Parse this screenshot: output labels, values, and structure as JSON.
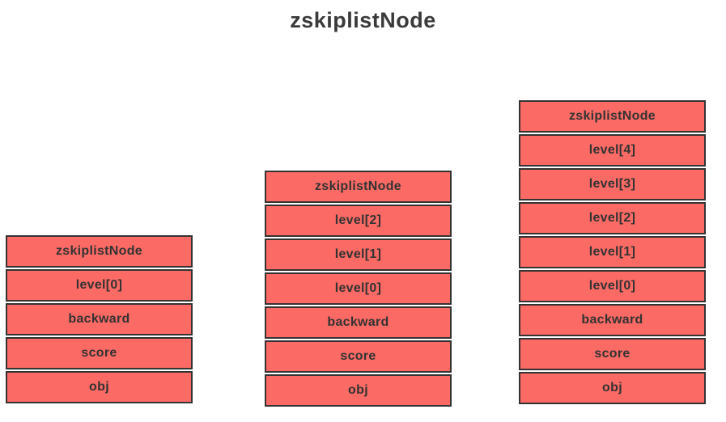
{
  "title": "zskiplistNode",
  "colors": {
    "background": "#ffffff",
    "title_text": "#3a3a3a",
    "cell_fill": "#fc6a65",
    "cell_border": "#333333",
    "text": "#333333"
  },
  "nodes": [
    {
      "id": "node-1-level",
      "rows": [
        "zskiplistNode",
        "level[0]",
        "backward",
        "score",
        "obj"
      ]
    },
    {
      "id": "node-3-levels",
      "rows": [
        "zskiplistNode",
        "level[2]",
        "level[1]",
        "level[0]",
        "backward",
        "score",
        "obj"
      ]
    },
    {
      "id": "node-5-levels",
      "rows": [
        "zskiplistNode",
        "level[4]",
        "level[3]",
        "level[2]",
        "level[1]",
        "level[0]",
        "backward",
        "score",
        "obj"
      ]
    }
  ]
}
